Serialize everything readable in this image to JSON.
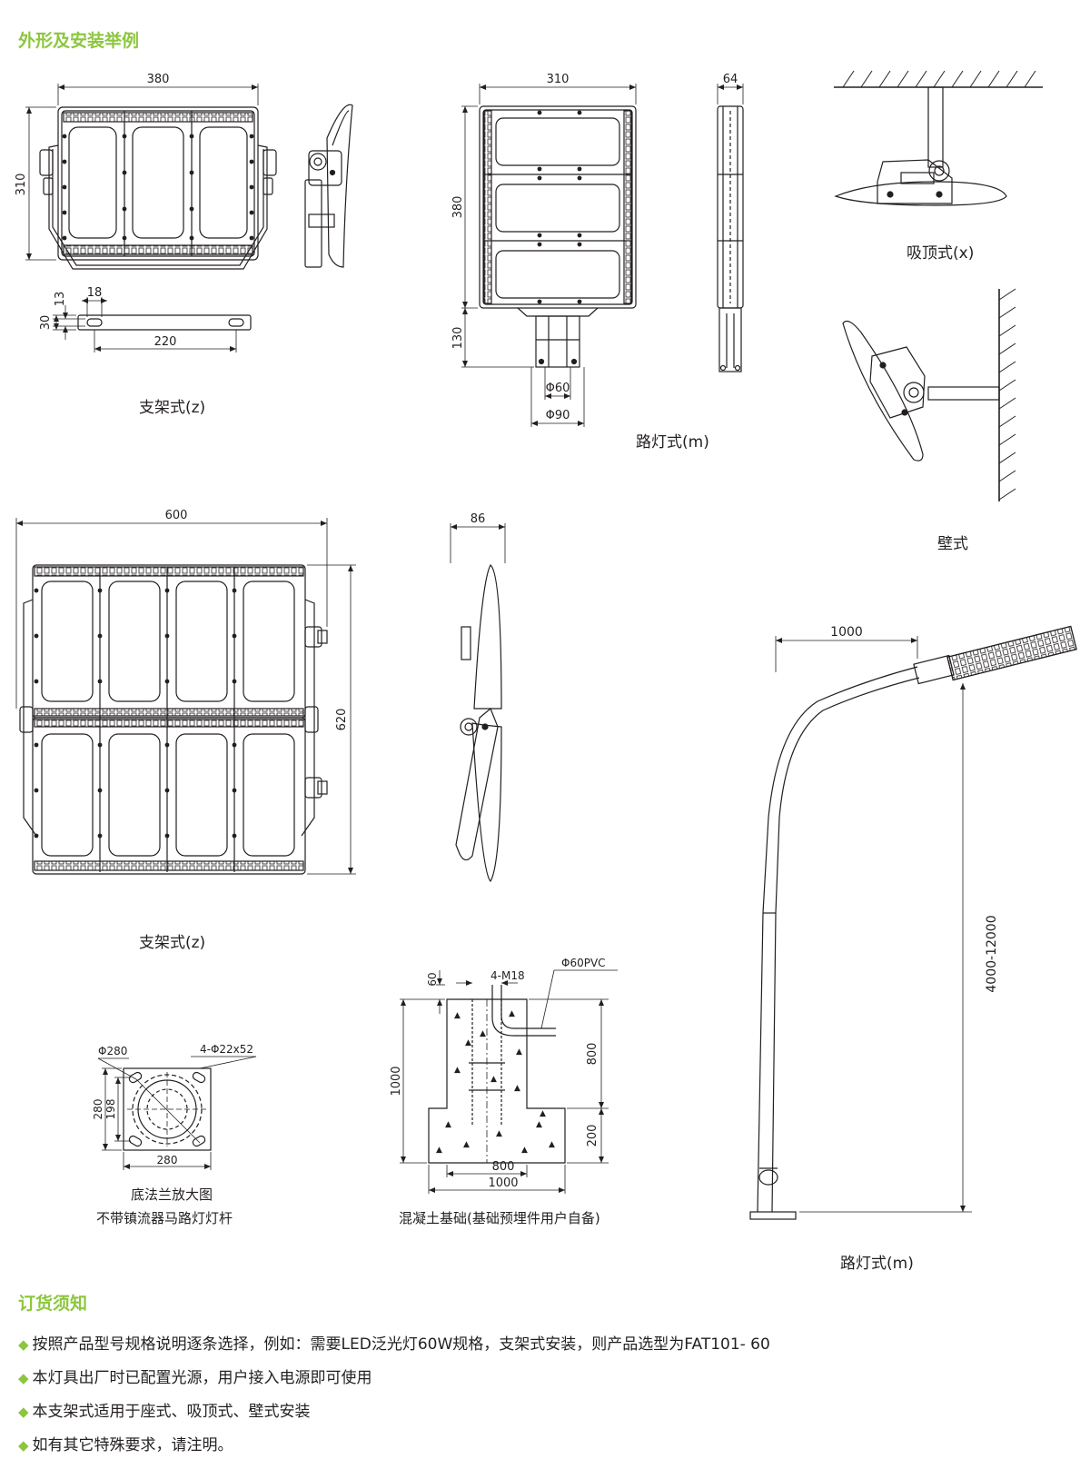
{
  "section1_title": "外形及安装举例",
  "section2_title": "订货须知",
  "captions": {
    "bracket_z_top": "支架式(z)",
    "street_m_top": "路灯式(m)",
    "ceiling_x": "吸顶式(x)",
    "wall": "壁式",
    "bracket_z_large": "支架式(z)",
    "flange_1": "底法兰放大图",
    "flange_2": "不带镇流器马路灯灯杆",
    "foundation": "混凝土基础(基础预埋件用户自备)",
    "pole_m": "路灯式(m)"
  },
  "dims": {
    "d380": "380",
    "d310": "310",
    "d13": "13",
    "d18": "18",
    "d30": "30",
    "d220": "220",
    "d310b": "310",
    "d380b": "380",
    "d130": "130",
    "phi60": "Φ60",
    "phi90": "Φ90",
    "d64": "64",
    "d600": "600",
    "d620": "620",
    "d86": "86",
    "d1000_arm": "1000",
    "d_height": "4000-12000",
    "phi280": "Φ280",
    "holes": "4-Φ22x52",
    "f280v": "280",
    "f198": "198",
    "f280h": "280",
    "fd60": "60",
    "m18": "4-M18",
    "pvc": "Φ60PVC",
    "fd1000v": "1000",
    "fd800v": "800",
    "fd200": "200",
    "fd800h": "800",
    "fd1000h": "1000"
  },
  "notes": [
    "按照产品型号规格说明逐条选择，例如：需要LED泛光灯60W规格，支架式安装，则产品选型为FAT101- 60",
    "本灯具出厂时已配置光源，用户接入电源即可使用",
    "本支架式适用于座式、吸顶式、壁式安装",
    "如有其它特殊要求，请注明。"
  ],
  "bullet_symbol": "◆",
  "colors": {
    "accent": "#8cc63f",
    "line": "#231f20"
  }
}
